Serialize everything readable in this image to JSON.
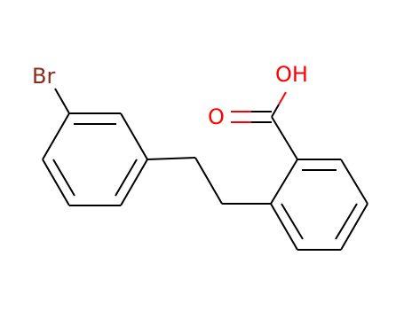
{
  "molecule": {
    "atoms": {
      "br": {
        "label": "Br",
        "color": "#8b2b1b"
      },
      "oh": {
        "label": "OH",
        "color": "#ff0000"
      },
      "o": {
        "label": "O",
        "color": "#ff0000"
      }
    },
    "colors": {
      "bond": "#000000",
      "oxygen_bond": "#ff0000",
      "background": "#ffffff"
    }
  }
}
